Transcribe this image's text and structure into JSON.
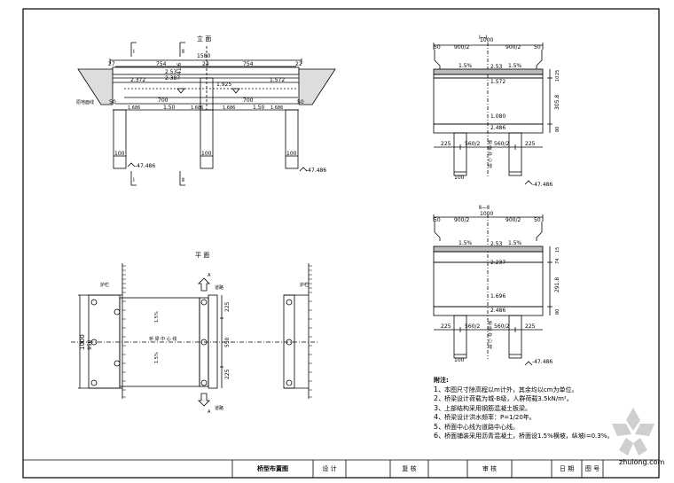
{
  "elevation": {
    "title": "立  面",
    "total_width": "1580",
    "side_left": "27",
    "side_right": "22",
    "deck_left": "754",
    "deck_right": "754",
    "center_gap": "24",
    "elev_top": "2.53",
    "elev_2": "2.387",
    "elev_3": "2.372",
    "elev_mid": "1.925",
    "elev_right": "1.572",
    "span_left": "700",
    "span_right": "700",
    "slope_left": "1.50",
    "slope_right": "1.50",
    "h_1": "1.686",
    "h_2": "1.686",
    "h_3": "1.686",
    "h_4": "1.686",
    "embed_left": "50",
    "embed_right": "50",
    "pile_left": "100",
    "pile_mid": "100",
    "pile_right": "100",
    "bottom_left": "-47.486",
    "bottom_right": "-47.486",
    "section_mark_top_l": "Ⅰ",
    "section_mark_top_r": "Ⅱ",
    "section_mark_bot_l": "Ⅰ",
    "section_mark_bot_r": "Ⅱ",
    "label_fill": "原地面线",
    "vert_text": "41.6"
  },
  "plan": {
    "title": "平  面",
    "width": "1000",
    "width_2": "950",
    "w_top": "225",
    "w_mid": "550",
    "w_bot": "225",
    "slope_1": "1.5%",
    "slope_2": "1.5%",
    "center_text": "桥 梁 中 心 线",
    "label_left": "护栏",
    "label_right": "护栏",
    "arrow_top": "A",
    "arrow_bot": "A",
    "label_road_top": "道路",
    "label_road_bot": "道路"
  },
  "section1": {
    "title": "Ⅰ—Ⅰ",
    "total": "1000",
    "half_l": "900/2",
    "half_r": "900/2",
    "edge_l": "50",
    "edge_r": "50",
    "slope_l": "1.5%",
    "slope_r": "1.5%",
    "elev_top": "2.53",
    "elev_2": "1.572",
    "elev_3": "1.080",
    "elev_4": "2.486",
    "h_1": "25",
    "h_2": "10",
    "h_3": "305.8",
    "h_4": "80",
    "bot_l": "225",
    "bot_ml": "560/2",
    "bot_mr": "560/2",
    "bot_r": "225",
    "pile": "100",
    "bottom": "-47.486",
    "center_text": "桥 梁 中 心 线"
  },
  "section2": {
    "title": "Ⅱ—Ⅱ",
    "total": "1000",
    "half_l": "900/2",
    "half_r": "900/2",
    "edge_l": "50",
    "edge_r": "50",
    "slope_l": "1.5%",
    "slope_r": "1.5%",
    "elev_top": "2.53",
    "elev_2": "2.237",
    "elev_3": "1.696",
    "elev_4": "2.486",
    "h_1": "15",
    "h_2": "74",
    "h_3": "291.8",
    "h_4": "80",
    "bot_l": "225",
    "bot_ml": "560/2",
    "bot_mr": "560/2",
    "bot_r": "225",
    "pile": "100",
    "bottom": "-47.486",
    "center_text": "桥 梁 中 心 线"
  },
  "notes": {
    "title": "附注:",
    "items": [
      {
        "n": "1、",
        "t": "本图尺寸除高程以m计外，其余均以cm为单位。"
      },
      {
        "n": "2、",
        "t": "桥梁设计荷载为城-B级，人群荷载3.5kN/m²。"
      },
      {
        "n": "3、",
        "t": "上部结构采用钢筋混凝土板梁。"
      },
      {
        "n": "4、",
        "t": "桥梁设计洪水频率：P=1/20年。"
      },
      {
        "n": "5、",
        "t": "桥面中心线为道路中心线。"
      },
      {
        "n": "6、",
        "t": "桥面铺装采用沥青混凝土，桥面设1.5%横坡，纵坡i=0.3%。"
      }
    ]
  },
  "title_block": {
    "drawing_name": "桥型布置图",
    "design": "设 计",
    "check": "复 核",
    "review": "审 核",
    "date": "日 期",
    "sheet": "图 号"
  },
  "watermark": {
    "text": "zhulong.com"
  }
}
